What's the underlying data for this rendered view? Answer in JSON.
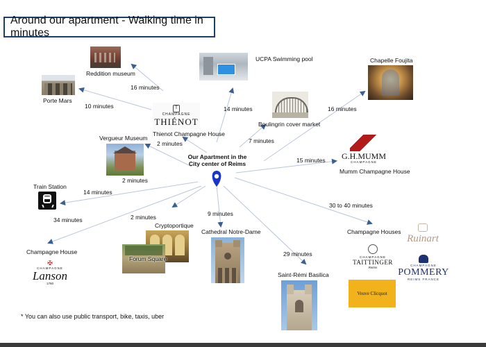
{
  "title": "Around our apartment - Walking time in minutes",
  "center": {
    "line1": "Our Apartment in the",
    "line2": "City center of Reims"
  },
  "places": {
    "reddition": "Reddition museum",
    "porte_mars": "Porte Mars",
    "ucpa": "UCPA Swimming pool",
    "chapelle": "Chapelle Foujita",
    "thienot": "Thienot Champagne House",
    "boulingrin": "Boulingrin cover market",
    "vergueur": "Vergueur Museum",
    "mumm": "Mumm Champagne House",
    "train": "Train Station",
    "cryptoportique": "Cryptoportique",
    "forum": "Forum Square",
    "cathedral": "Cathedral Notre-Dame",
    "champagne_houses": "Champagne Houses",
    "champagne_house": "Champagne House",
    "saint_remi": "Saint-Rémi Basilica"
  },
  "times": {
    "reddition": "16 minutes",
    "porte_mars": "10 minutes",
    "ucpa": "14 minutes",
    "chapelle": "16 minutes",
    "thienot": "2 minutes",
    "boulingrin": "7 minutes",
    "vergueur": "2 minutes",
    "mumm": "15 minutes",
    "train": "14 minutes",
    "champagne_houses": "30 to 40 minutes",
    "lanson": "34 minutes",
    "cryptoportique": "2 minutes",
    "cathedral": "9 minutes",
    "saint_remi": "29 minutes"
  },
  "logos": {
    "thienot_top": "CHAMPAGNE",
    "thienot_name": "THIÉNOT",
    "mumm_name": "G.H.MUMM",
    "mumm_sub": "CHAMPAGNE",
    "ruinart": "Ruinart",
    "taittinger_top": "CHAMPAGNE",
    "taittinger_name": "TAITTINGER",
    "taittinger_sub": "Reims",
    "pommery_top": "CHAMPAGNE",
    "pommery_name": "POMMERY",
    "pommery_sub": "REIMS FRANCE",
    "veuve": "Veuve Clicquot",
    "lanson_top": "CHAMPAGNE",
    "lanson_name": "Lanson",
    "lanson_year": "1760"
  },
  "note": "* You can also use public transport, bike, taxis, uber",
  "colors": {
    "arrow": "#3d5f8f",
    "pin": "#1a35c9",
    "title_border": "#1d3d6b",
    "veuve": "#f2b21c",
    "mumm_red": "#b31b1b"
  },
  "icons": {
    "pin": "location-pin-icon",
    "train": "train-icon"
  }
}
